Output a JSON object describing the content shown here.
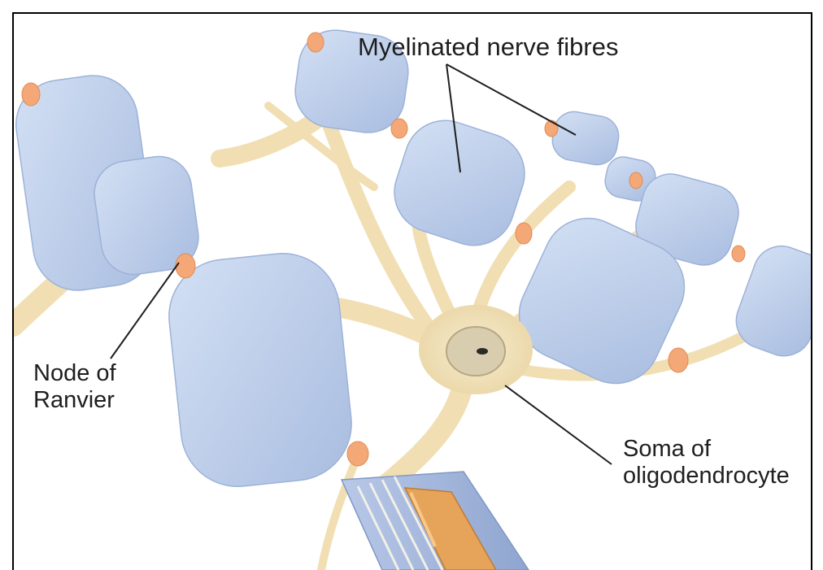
{
  "labels": {
    "myelinated": "Myelinated nerve fibres",
    "node_line1": "Node of",
    "node_line2": "Ranvier",
    "soma_line1": "Soma of",
    "soma_line2": "oligodendrocyte"
  },
  "colors": {
    "myelin": "#c4d4ec",
    "myelin_shadow": "#a9bde0",
    "process": "#f1dfb3",
    "process_edge": "#e0c78e",
    "node": "#f4a877",
    "soma": "#efe0ba",
    "nucleus": "#d9cdb0",
    "line": "#1e1e1e",
    "frame": "#000000"
  }
}
